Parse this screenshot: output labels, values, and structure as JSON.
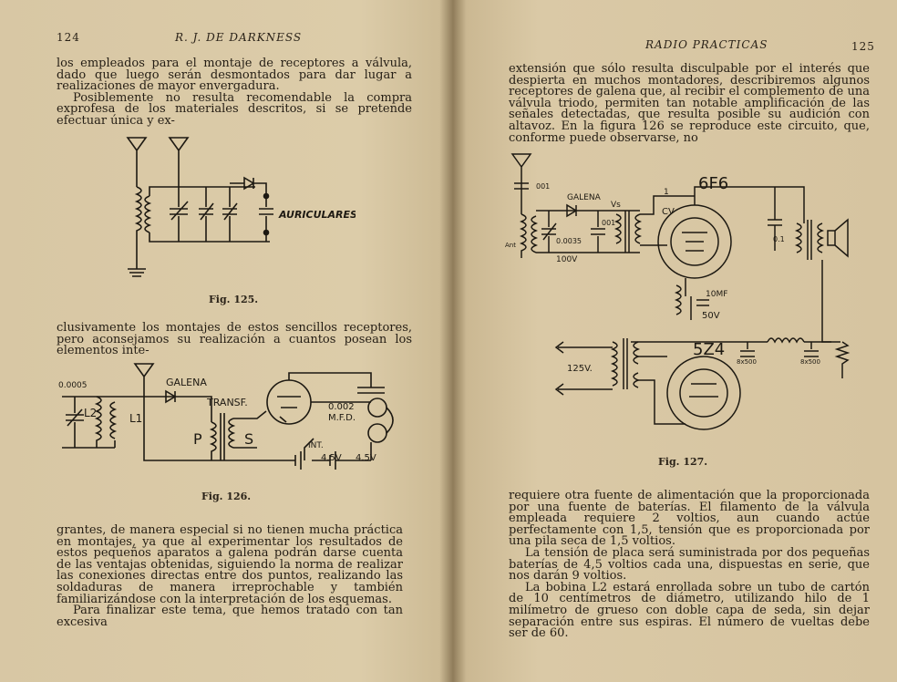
{
  "left_page": {
    "page_number": "124",
    "running_head": "R. J. DE DARKNESS",
    "para1": "los empleados para el montaje de receptores a válvula, dado que luego serán desmontados para dar lugar a realizaciones de mayor envergadura.",
    "para2": "Posiblemente no resulta recomendable la compra exprofesa de los materiales descritos, si se pretende efectuar única y ex-",
    "fig125_caption": "Fig. 125.",
    "fig125_label_auriculares": "AURICULARES",
    "para3": "clusivamente los montajes de estos sencillos receptores, pero aconsejamos su realización a cuantos posean los elementos inte-",
    "fig126_labels": {
      "galena": "GALENA",
      "transf": "TRANSF.",
      "cap_left": "0.0005",
      "l2": "L2",
      "l1": "L1",
      "p": "P",
      "s": "S",
      "mfd_value": "0.002",
      "mfd_unit": "M.F.D.",
      "int": "INT.",
      "v1": "4.5V",
      "v2": "4.5V"
    },
    "fig126_caption": "Fig. 126.",
    "para4": "grantes, de manera especial si no tienen mucha práctica en montajes, ya que al experimentar los resultados de estos pequeños aparatos a galena podrán darse cuenta de las ventajas obtenidas, siguiendo la norma de realizar las conexiones directas entre dos puntos, realizando las soldaduras de manera irreprochable y también familiarizándose con la interpretación de los esquemas.",
    "para5": "Para finalizar este tema, que hemos tratado con tan excesiva"
  },
  "right_page": {
    "page_number": "125",
    "running_head": "RADIO PRACTICAS",
    "para1": "extensión que sólo resulta disculpable por el interés que despierta en muchos montadores, describiremos algunos receptores de galena que, al recibir el complemento de una válvula triodo, permiten tan notable amplificación de las señales detectadas, que resulta posible su audición con altavoz. En la figura 126 se reproduce este circuito, que, conforme puede observarse, no",
    "fig127_labels": {
      "c001": "001",
      "galena": "GALENA",
      "vs": "Vs",
      "c001b": "001",
      "c00035": "0.0035",
      "v100": "100V",
      "cv": "CV",
      "tube1": "6F6",
      "c01": "0.1",
      "mf": "10MF",
      "v50": "50V",
      "tube2": "5Z4",
      "v125": "125V.",
      "c8a": "8x500",
      "c8b": "8x500",
      "one": "1",
      "ant": "Ant"
    },
    "fig127_caption": "Fig. 127.",
    "para2": "requiere otra fuente de alimentación que la proporcionada por una fuente de baterías. El filamento de la válvula empleada requiere 2 voltios, aun cuando actúe perfectamente con 1,5, tensión que es proporcionada por una pila seca de 1,5 voltios.",
    "para3": "La tensión de placa será suministrada por dos pequeñas baterías de 4,5 voltios cada una, dispuestas en serie, que nos darán 9 voltios.",
    "para4": "La bobina L2 estará enrollada sobre un tubo de cartón de 10 centímetros de diámetro, utilizando hilo de 1 milímetro de grueso con doble capa de seda, sin dejar separación entre sus espiras. El número de vueltas debe ser de 60."
  }
}
